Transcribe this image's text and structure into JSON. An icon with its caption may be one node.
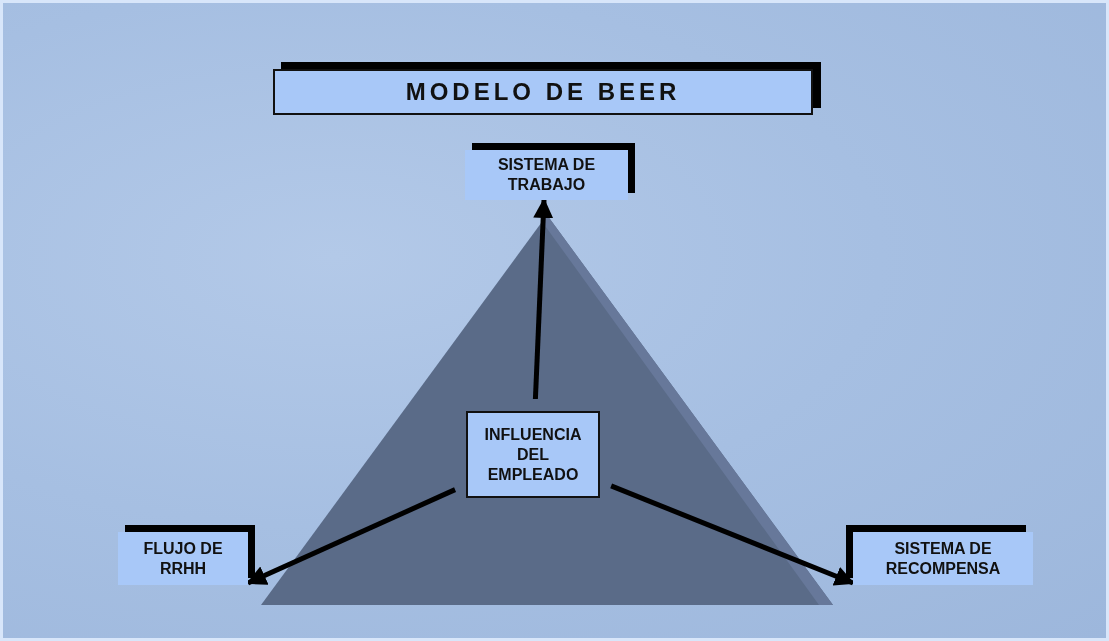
{
  "diagram": {
    "title": "MODELO DE BEER",
    "nodes": [
      {
        "text": [],
        "shape": "triangle"
      },
      {
        "text": [
          "SISTEMA DE TRABAJO"
        ]
      },
      {
        "text": [
          "INFLUENCIA DEL EMPLEADO"
        ],
        "in": 0
      },
      {
        "text": [
          "FLUJO DE RRHH"
        ]
      },
      {
        "text": [
          "SISTEMA DE RECOMPENSA"
        ]
      }
    ],
    "edges": [
      {
        "from": 2,
        "to": 1,
        "arrow": "to"
      },
      {
        "from": 2,
        "to": 3,
        "arrow": "to"
      },
      {
        "from": 2,
        "to": 4,
        "arrow": "to"
      }
    ]
  }
}
